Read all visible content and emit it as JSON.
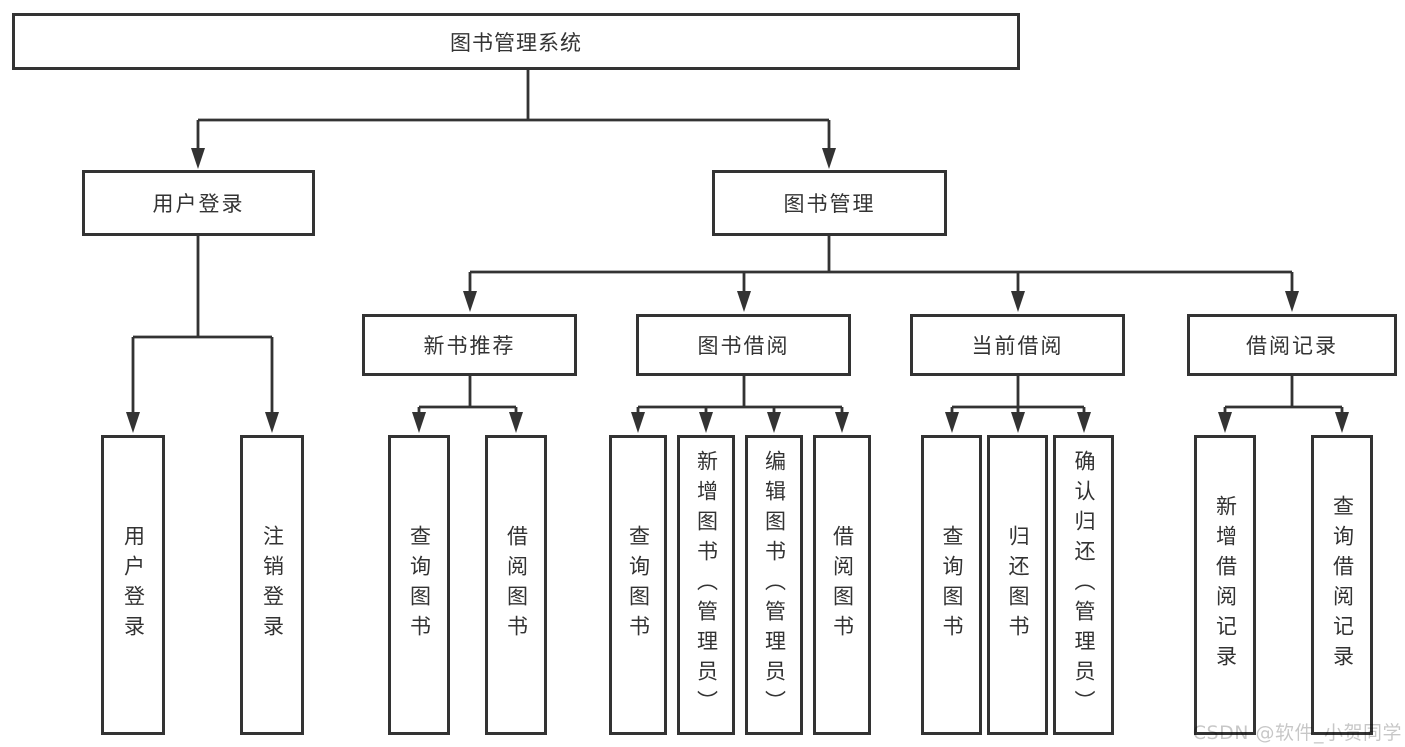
{
  "diagram": {
    "root": "图书管理系统",
    "level2": [
      {
        "label": "用户登录",
        "children": [
          "用户登录",
          "注销登录"
        ]
      },
      {
        "label": "图书管理",
        "groups": [
          {
            "label": "新书推荐",
            "children": [
              "查询图书",
              "借阅图书"
            ]
          },
          {
            "label": "图书借阅",
            "children": [
              "查询图书",
              "新增图书（管理员）",
              "编辑图书（管理员）",
              "借阅图书"
            ]
          },
          {
            "label": "当前借阅",
            "children": [
              "查询图书",
              "归还图书",
              "确认归还（管理员）"
            ]
          },
          {
            "label": "借阅记录",
            "children": [
              "新增借阅记录",
              "查询借阅记录"
            ]
          }
        ]
      }
    ]
  },
  "watermark": "CSDN @软件_小贺同学",
  "colors": {
    "line": "#333333",
    "box_border": "#333333",
    "box_fill": "#ffffff",
    "text": "#333333",
    "watermark": "#c7c7c7",
    "background": "#ffffff"
  }
}
